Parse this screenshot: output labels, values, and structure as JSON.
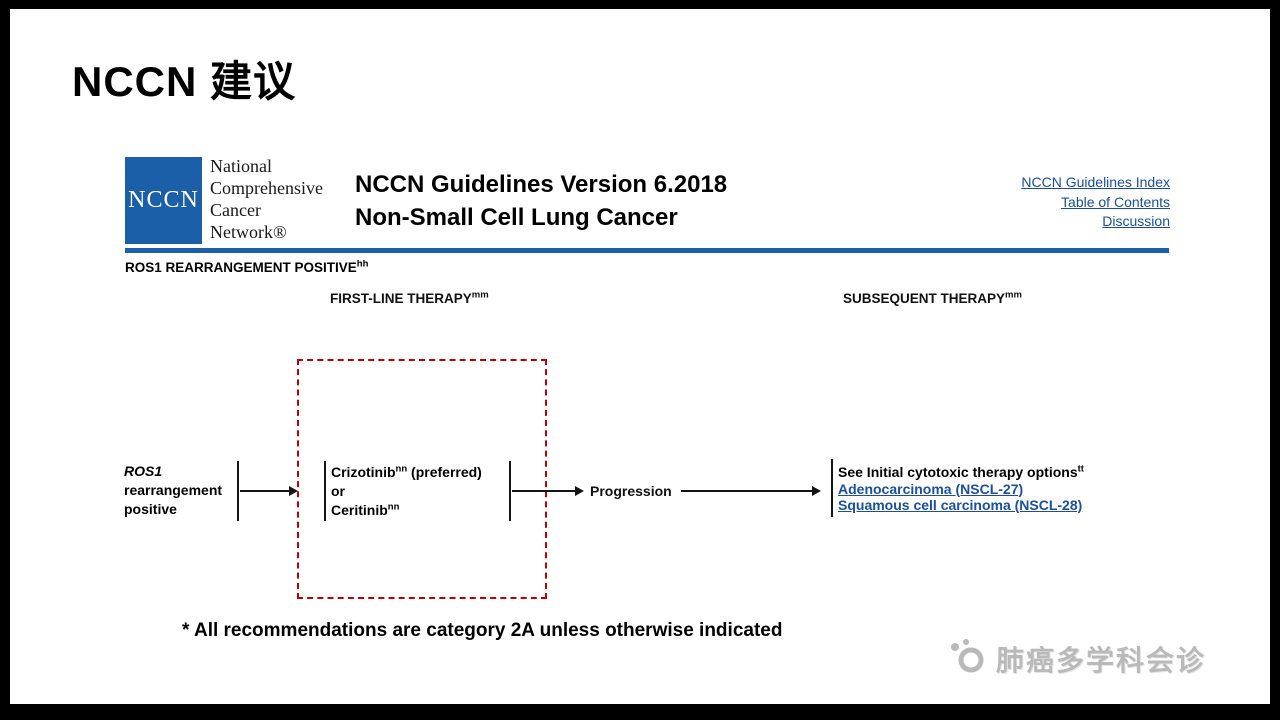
{
  "slide": {
    "title": "NCCN 建议",
    "footnote": "* All recommendations are category 2A unless otherwise indicated",
    "watermark": "肺癌多学科会诊"
  },
  "nccn_header": {
    "logo_text": "NCCN",
    "org_lines": [
      "National",
      "Comprehensive",
      "Cancer",
      "Network®"
    ],
    "title_line1": "NCCN Guidelines Version 6.2018",
    "title_line2": "Non-Small Cell Lung Cancer",
    "links": [
      "NCCN Guidelines Index",
      "Table of Contents",
      "Discussion"
    ]
  },
  "pathway": {
    "section_title": "ROS1 REARRANGEMENT POSITIVE",
    "section_sup": "hh",
    "first_line_header": "FIRST-LINE THERAPY",
    "first_line_sup": "mm",
    "subsequent_header": "SUBSEQUENT THERAPY",
    "subsequent_sup": "mm",
    "left_node": {
      "gene": "ROS1",
      "line2": "rearrangement",
      "line3": "positive"
    },
    "treatment_node": {
      "drug1": "Crizotinib",
      "drug1_sup": "nn",
      "drug1_note": " (preferred)",
      "conjunction": "or",
      "drug2": "Ceritinib",
      "drug2_sup": "nn"
    },
    "progression_label": "Progression",
    "subsequent_node": {
      "heading": "See Initial cytotoxic therapy options",
      "heading_sup": "tt",
      "link1": "Adenocarcinoma (NSCL-27)",
      "link2": "Squamous cell carcinoma (NSCL-28)"
    }
  },
  "colors": {
    "nccn_blue": "#1b5fa8",
    "link_blue": "#1a4fa0",
    "dashed_red": "#c00000",
    "watermark_gray": "#b9b9b9"
  }
}
